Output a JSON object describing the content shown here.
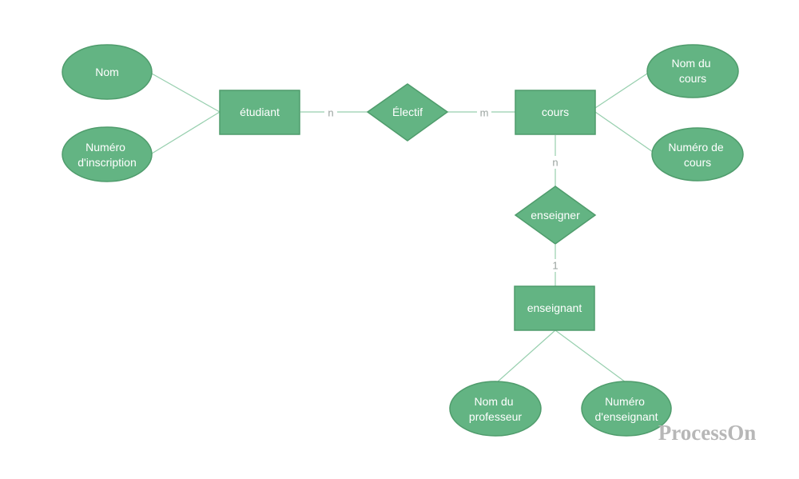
{
  "diagram": {
    "entities": {
      "etudiant": "étudiant",
      "cours": "cours",
      "enseignant": "enseignant"
    },
    "relationships": {
      "electif": "Électif",
      "enseigner": "enseigner"
    },
    "attributes": {
      "nom": [
        "Nom"
      ],
      "numero_inscription": [
        "Numéro",
        "d'inscription"
      ],
      "nom_du_cours": [
        "Nom du",
        "cours"
      ],
      "numero_de_cours": [
        "Numéro de",
        "cours"
      ],
      "nom_du_professeur": [
        "Nom du",
        "professeur"
      ],
      "numero_enseignant": [
        "Numéro",
        "d'enseignant"
      ]
    },
    "cardinalities": {
      "etudiant_electif": "n",
      "electif_cours": "m",
      "cours_enseigner": "n",
      "enseigner_enseignant": "1"
    }
  },
  "watermark": "ProcessOn",
  "colors": {
    "node_fill": "#63b483",
    "node_stroke": "#4f9c6c",
    "edge": "#97cfae",
    "label_text": "#ffffff",
    "cardinality_text": "#9aa39f",
    "watermark": "#b7b7b7"
  }
}
